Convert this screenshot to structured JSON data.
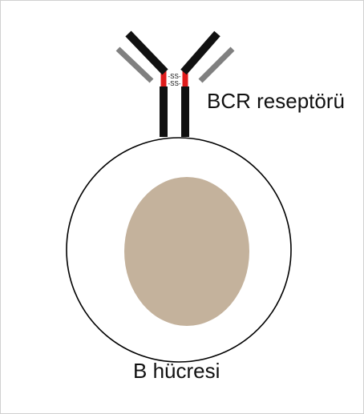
{
  "labels": {
    "receptor": "BCR reseptörü",
    "cell": "B hücresi",
    "disulfide_top": "-SS-",
    "disulfide_bottom": "-SS-"
  },
  "colors": {
    "heavy_chain": "#111111",
    "light_chain": "#808080",
    "disulfide_bridge": "#e01b1b",
    "cell_outline": "#000000",
    "cell_fill": "#ffffff",
    "nucleus": "#c4b29c"
  }
}
